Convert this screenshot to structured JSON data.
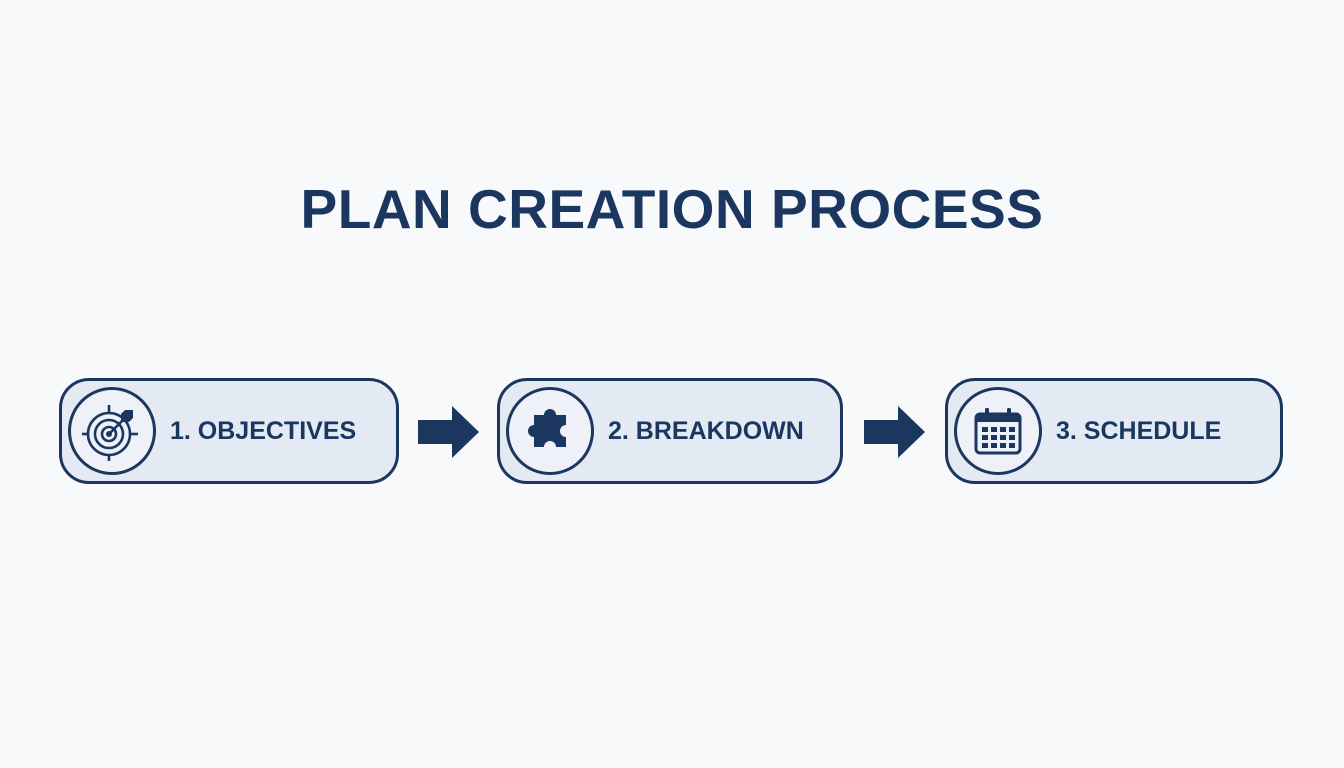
{
  "diagram": {
    "title": "PLAN CREATION PROCESS",
    "steps": [
      {
        "label": "1. OBJECTIVES",
        "icon": "target-icon"
      },
      {
        "label": "2. BREAKDOWN",
        "icon": "puzzle-icon"
      },
      {
        "label": "3. SCHEDULE",
        "icon": "calendar-icon"
      }
    ],
    "colors": {
      "primary": "#1b3760",
      "box_fill": "#e3eaf4",
      "background": "#f8f9fb"
    }
  }
}
